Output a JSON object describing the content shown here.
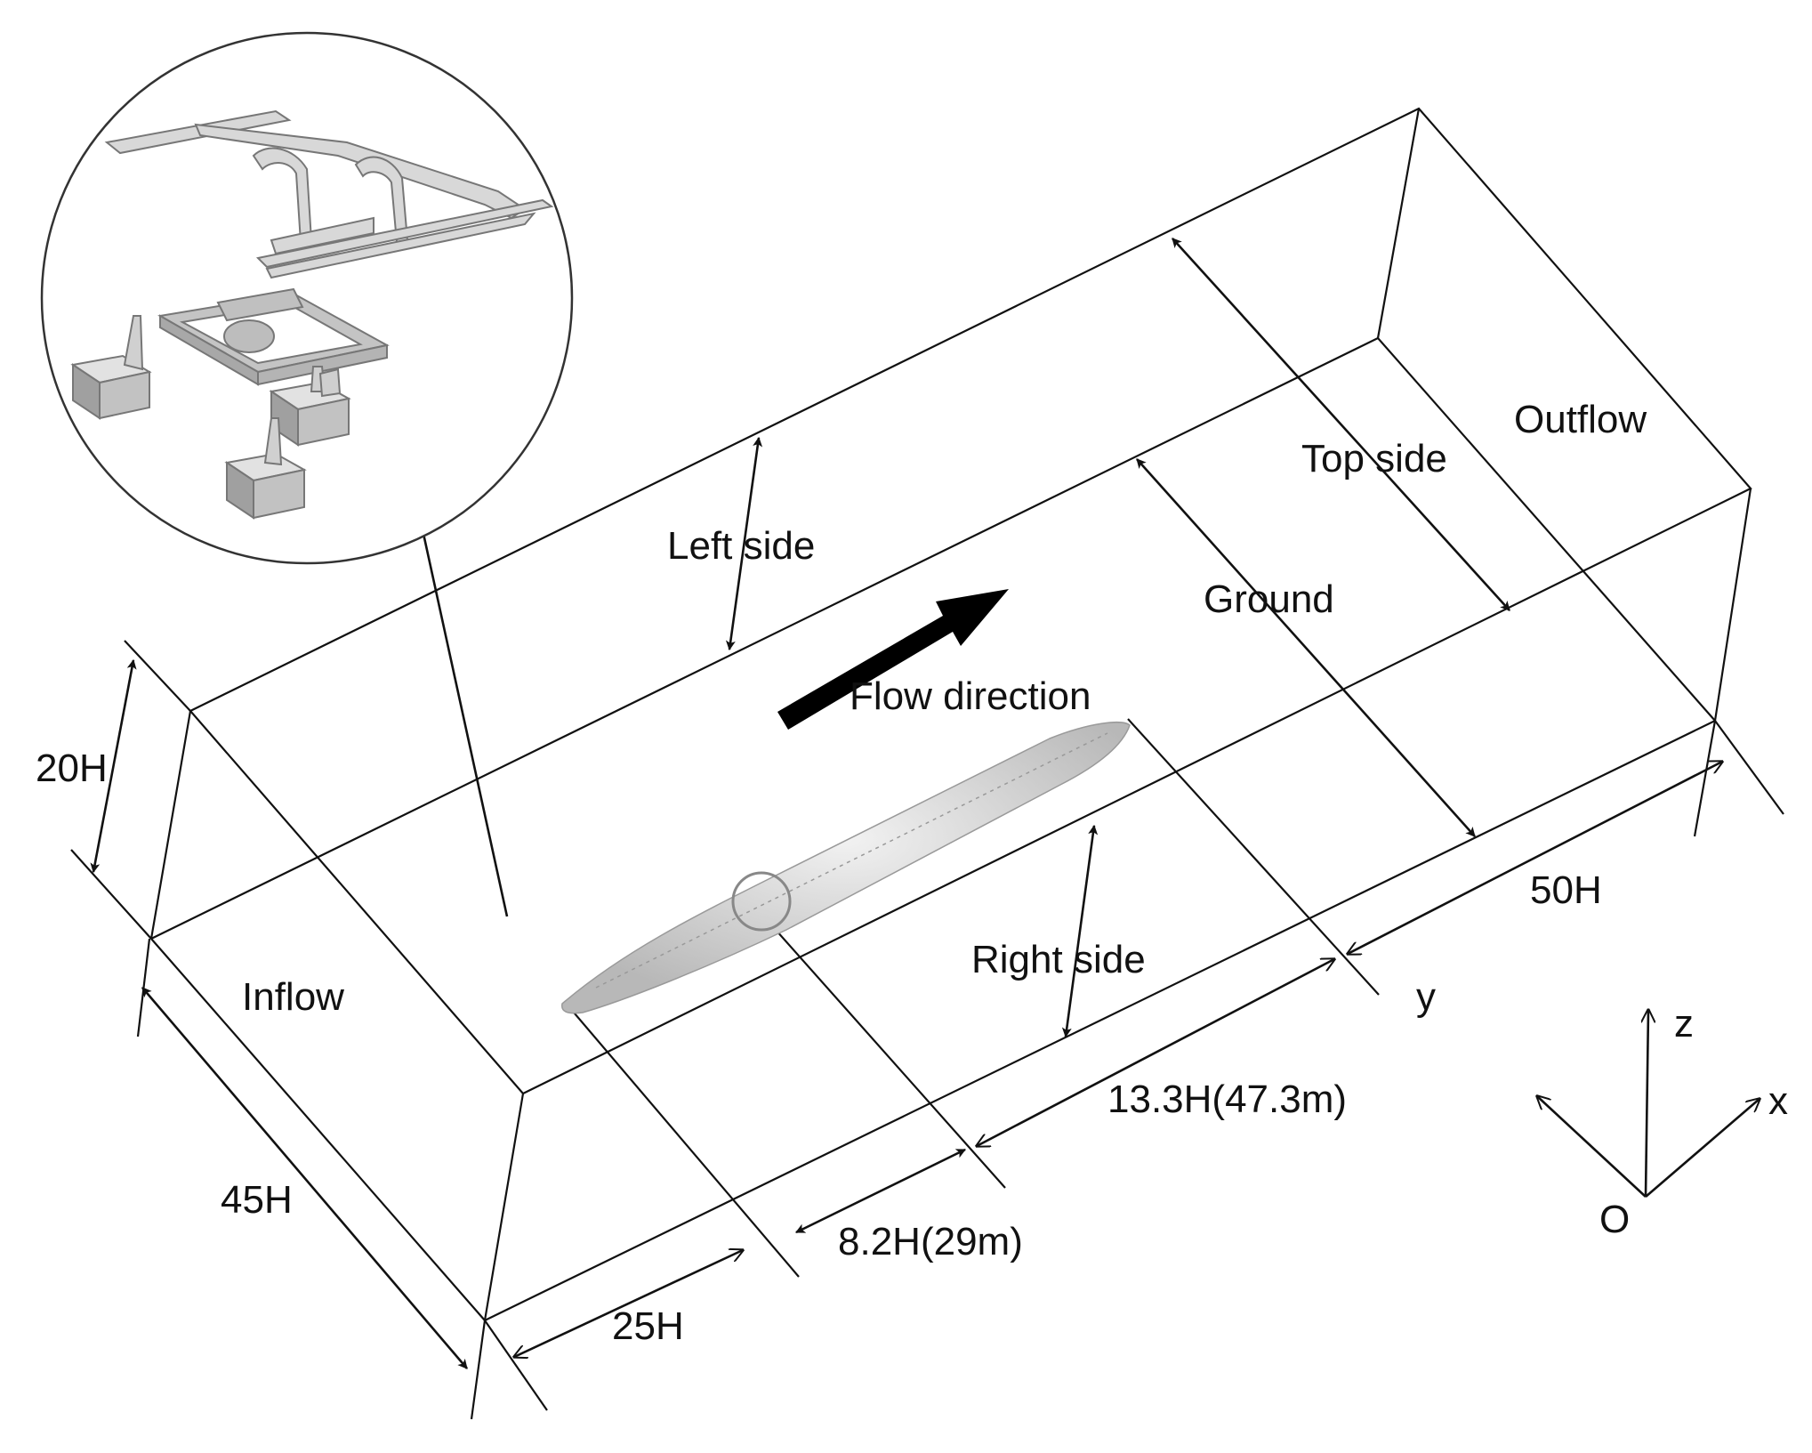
{
  "labels": {
    "left_side": "Left side",
    "top_side": "Top side",
    "outflow": "Outflow",
    "ground": "Ground",
    "flow_direction": "Flow direction",
    "inflow": "Inflow",
    "right_side": "Right side",
    "dim_20h": "20H",
    "dim_45h": "45H",
    "dim_25h": "25H",
    "dim_8_2h": "8.2H(29m)",
    "dim_13_3h": "13.3H(47.3m)",
    "dim_50h": "50H",
    "axis_y": "y",
    "axis_z": "z",
    "axis_x": "x",
    "axis_o": "O"
  },
  "colors": {
    "line": "#111111",
    "train": "#d4d4d4",
    "detail": "#c8c8c8"
  }
}
